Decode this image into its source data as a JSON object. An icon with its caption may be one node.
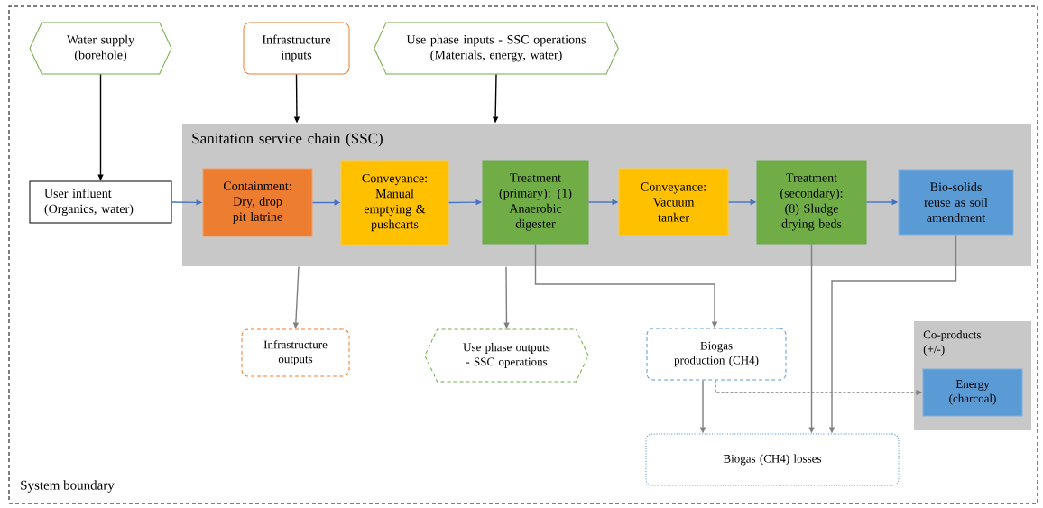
{
  "diagram": {
    "nodes": [
      {
        "text": [
          "System boundary"
        ]
      },
      {
        "text": [
          "Water supply (borehole)"
        ],
        "in": 0
      },
      {
        "text": [
          "Infrastructure inputs"
        ],
        "in": 0
      },
      {
        "text": [
          "Use phase inputs - SSC operations (Materials, energy, water)"
        ],
        "in": 0
      },
      {
        "text": [
          "Sanitation service chain (SSC)"
        ],
        "in": 0
      },
      {
        "text": [
          "User influent (Organics, water)"
        ],
        "in": 0
      },
      {
        "text": [
          "Containment: Dry, drop pit latrine"
        ],
        "in": 4
      },
      {
        "text": [
          "Conveyance: Manual emptying & pushcarts"
        ],
        "in": 4
      },
      {
        "text": [
          "Treatment (primary): (1) Anaerobic digester"
        ],
        "in": 4
      },
      {
        "text": [
          "Conveyance: Vacuum tanker"
        ],
        "in": 4
      },
      {
        "text": [
          "Treatment (secondary): (8) Sludge drying beds"
        ],
        "in": 4
      },
      {
        "text": [
          "Bio-solids reuse as soil amendment"
        ],
        "in": 4
      },
      {
        "text": [
          "Infrastructure outputs"
        ],
        "in": 0
      },
      {
        "text": [
          "Use phase outputs - SSC operations"
        ],
        "in": 0
      },
      {
        "text": [
          "Biogas production (CH4)"
        ],
        "in": 0
      },
      {
        "text": [
          "Co-products (+/-)"
        ],
        "in": 0
      },
      {
        "text": [
          "Energy (charcoal)"
        ],
        "in": 15
      },
      {
        "text": [
          "Biogas (CH4) losses"
        ],
        "in": 0
      }
    ],
    "edges": [
      {
        "from": 1,
        "to": 5,
        "arrow": "to",
        "color": "#000000"
      },
      {
        "from": 2,
        "to": 4,
        "arrow": "to",
        "color": "#000000"
      },
      {
        "from": 3,
        "to": 4,
        "arrow": "to",
        "color": "#000000"
      },
      {
        "from": 5,
        "to": 6,
        "arrow": "to",
        "color": "#4472c4"
      },
      {
        "from": 6,
        "to": 7,
        "arrow": "to",
        "color": "#4472c4"
      },
      {
        "from": 7,
        "to": 8,
        "arrow": "to",
        "color": "#4472c4"
      },
      {
        "from": 8,
        "to": 9,
        "arrow": "to",
        "color": "#4472c4"
      },
      {
        "from": 9,
        "to": 10,
        "arrow": "to",
        "color": "#4472c4"
      },
      {
        "from": 10,
        "to": 11,
        "arrow": "to",
        "color": "#4472c4"
      },
      {
        "from": 4,
        "to": 12,
        "arrow": "to"
      },
      {
        "from": 4,
        "to": 13,
        "arrow": "to"
      },
      {
        "from": 8,
        "to": 14,
        "arrow": "to"
      },
      {
        "from": 14,
        "to": 17,
        "arrow": "to"
      },
      {
        "from": 14,
        "to": 16,
        "arrow": "to",
        "style": "dashed"
      },
      {
        "from": 10,
        "to": 17,
        "arrow": "to"
      },
      {
        "from": 11,
        "to": 17,
        "arrow": "to"
      }
    ]
  }
}
